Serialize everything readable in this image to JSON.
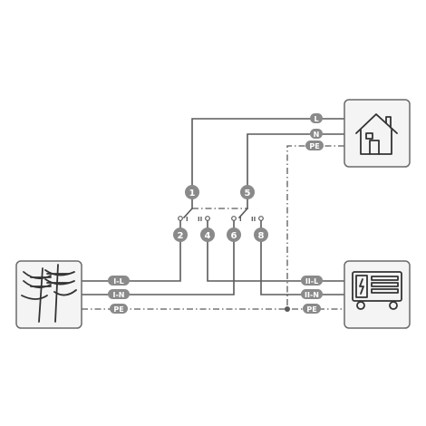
{
  "colors": {
    "line": "#5a5a5a",
    "badge": "#8a8a8a",
    "badge_text": "#ffffff",
    "box_fill": "#f4f4f4",
    "box_stroke": "#6a6a6a"
  },
  "icons": {
    "grid": "power-pole-icon",
    "house": "house-icon",
    "generator": "generator-icon"
  },
  "labels": {
    "house_L": "L",
    "house_N": "N",
    "house_PE": "PE",
    "grid_L": "I-L",
    "grid_N": "I-N",
    "grid_PE": "PE",
    "gen_L": "II-L",
    "gen_N": "II-N",
    "gen_PE": "PE"
  },
  "switch": {
    "terminals": {
      "t1": "1",
      "t2": "2",
      "t4": "4",
      "t5": "5",
      "t6": "6",
      "t8": "8"
    },
    "positions": {
      "p2": "I",
      "p4": "II",
      "p6": "I",
      "p8": "II"
    }
  }
}
